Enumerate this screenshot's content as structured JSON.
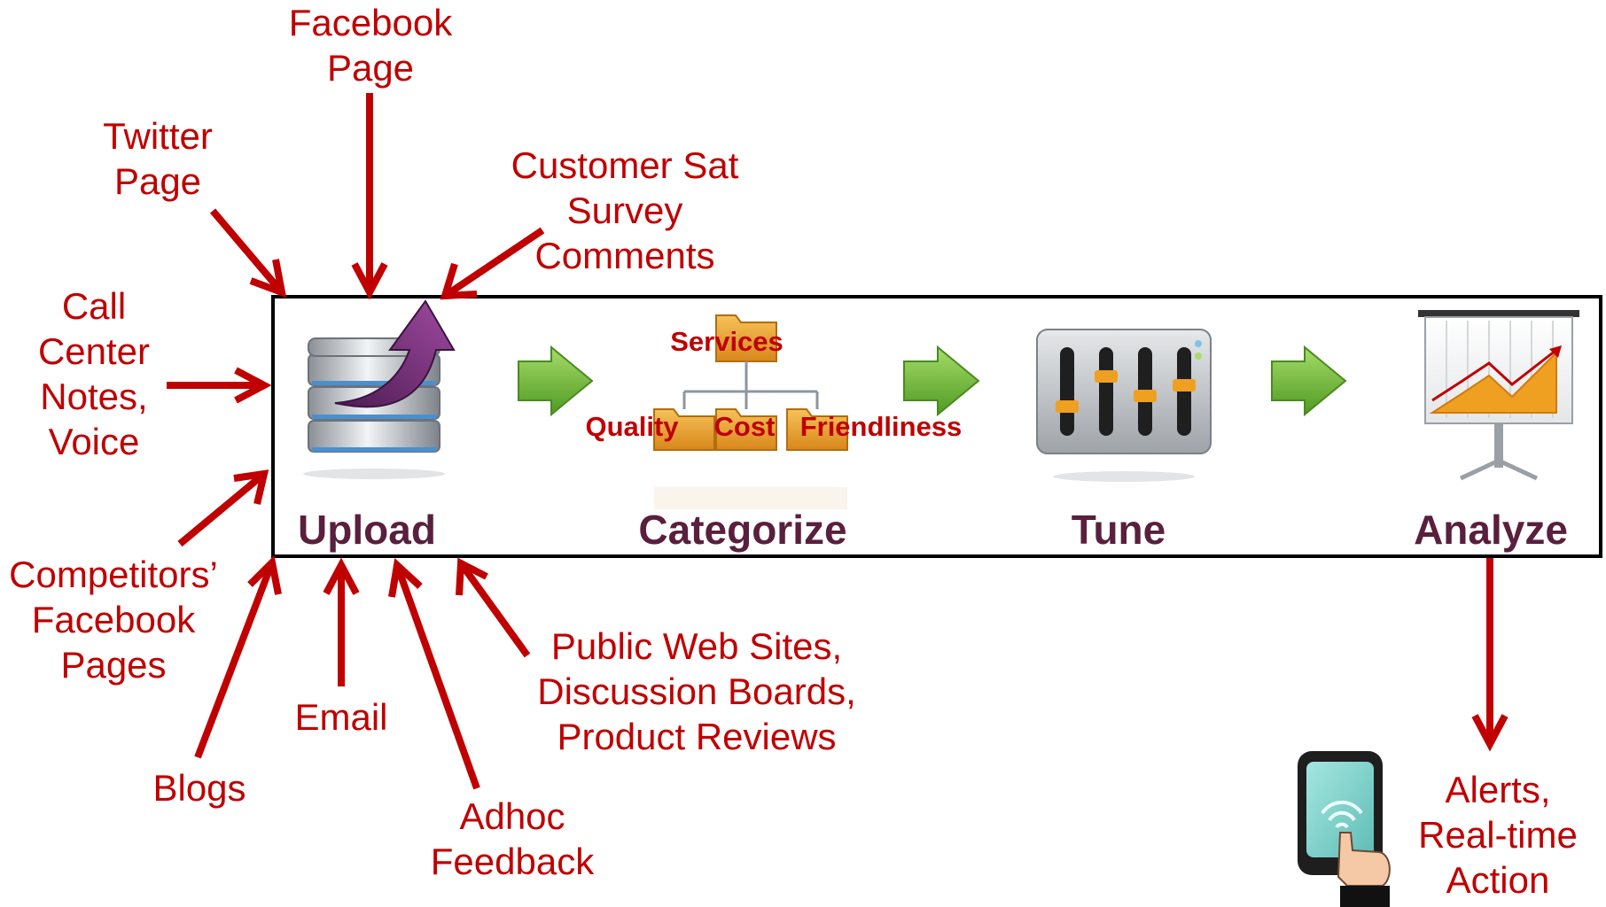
{
  "sources": {
    "facebook_page": [
      "Facebook",
      "Page"
    ],
    "twitter_page": [
      "Twitter",
      "Page"
    ],
    "customer_sat": [
      "Customer Sat",
      "Survey",
      "Comments"
    ],
    "call_center": [
      "Call",
      "Center",
      "Notes,",
      "Voice"
    ],
    "competitors": [
      "Competitors’",
      "Facebook",
      "Pages"
    ],
    "blogs": [
      "Blogs"
    ],
    "email": [
      "Email"
    ],
    "adhoc": [
      "Adhoc",
      "Feedback"
    ],
    "public_web": [
      "Public Web Sites,",
      "Discussion Boards,",
      "Product Reviews"
    ]
  },
  "steps": {
    "upload": "Upload",
    "categorize": "Categorize",
    "tune": "Tune",
    "analyze": "Analyze"
  },
  "categories": {
    "root": "Services",
    "quality": "Quality",
    "cost": "Cost",
    "friendliness": "Friendliness"
  },
  "output": [
    "Alerts,",
    "Real-time",
    "Action"
  ],
  "colors": {
    "label_red": "#c00000",
    "arrow_red": "#c00000",
    "step_text": "#5a1f3d",
    "flow_green": "#7cc242",
    "folder_orange": "#e8a02a",
    "chart_orange": "#f0a020",
    "upload_purple": "#7a2a78"
  }
}
